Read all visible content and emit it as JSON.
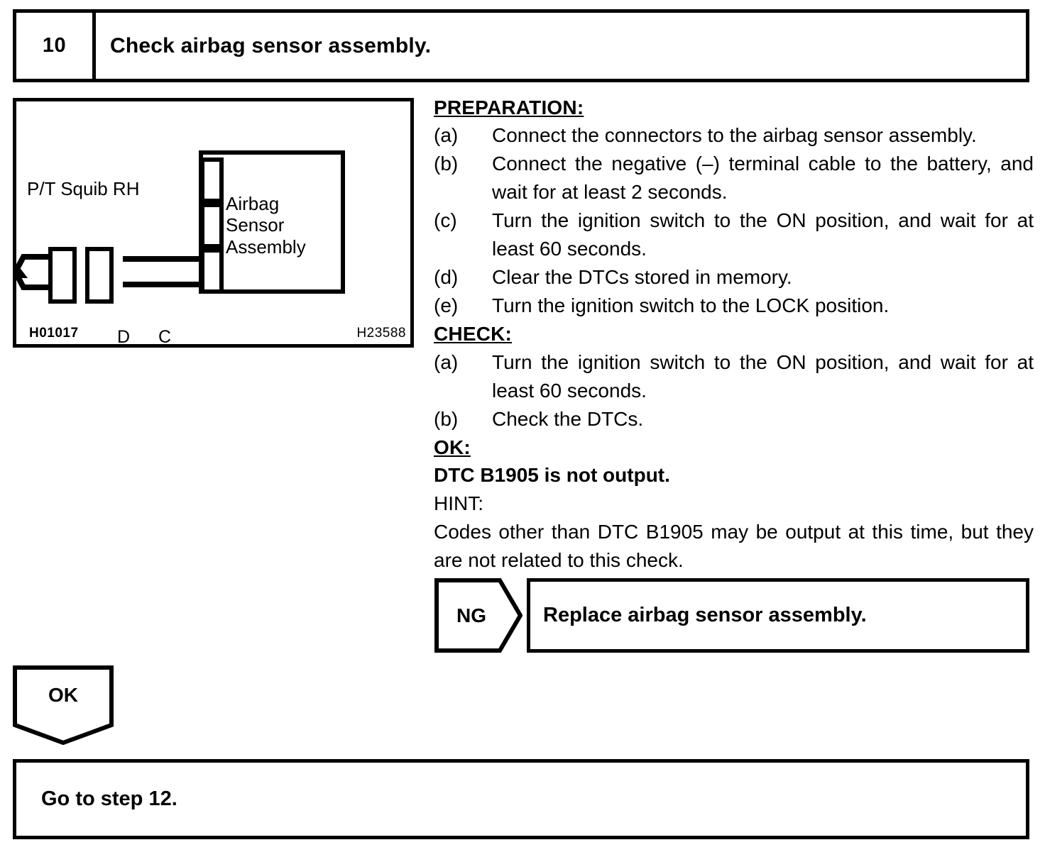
{
  "step_header": {
    "number": "10",
    "title": "Check airbag sensor assembly."
  },
  "figure": {
    "squib_label": "P/T Squib RH",
    "connector_d_label": "D",
    "connector_c_label": "C",
    "assembly_label_line1": "Airbag",
    "assembly_label_line2": "Sensor",
    "assembly_label_line3": "Assembly",
    "code_left": "H01017",
    "code_right": "H23588"
  },
  "instructions": {
    "preparation_heading": "PREPARATION:",
    "preparation_steps": [
      {
        "marker": "(a)",
        "text": "Connect the connectors to the airbag sensor assembly."
      },
      {
        "marker": "(b)",
        "text": "Connect the negative (–) terminal cable to the battery, and wait for at least 2 seconds."
      },
      {
        "marker": "(c)",
        "text": "Turn the ignition switch to the ON position, and wait for at least 60 seconds."
      },
      {
        "marker": "(d)",
        "text": "Clear the DTCs stored in memory."
      },
      {
        "marker": "(e)",
        "text": "Turn the ignition switch to the LOCK position."
      }
    ],
    "check_heading": "CHECK:",
    "check_steps": [
      {
        "marker": "(a)",
        "text": "Turn the ignition switch to the ON position, and wait for at least 60 seconds."
      },
      {
        "marker": "(b)",
        "text": "Check the DTCs."
      }
    ],
    "ok_heading": "OK:",
    "ok_condition": "DTC B1905 is not output.",
    "hint_heading": "HINT:",
    "hint_text": "Codes other than DTC B1905 may be output at this time, but they are not related to this check."
  },
  "ng_branch": {
    "label": "NG",
    "action": "Replace airbag sensor assembly."
  },
  "ok_branch": {
    "label": "OK"
  },
  "goto_box": {
    "text": "Go to step 12."
  },
  "colors": {
    "ink": "#000000",
    "paper": "#ffffff"
  }
}
